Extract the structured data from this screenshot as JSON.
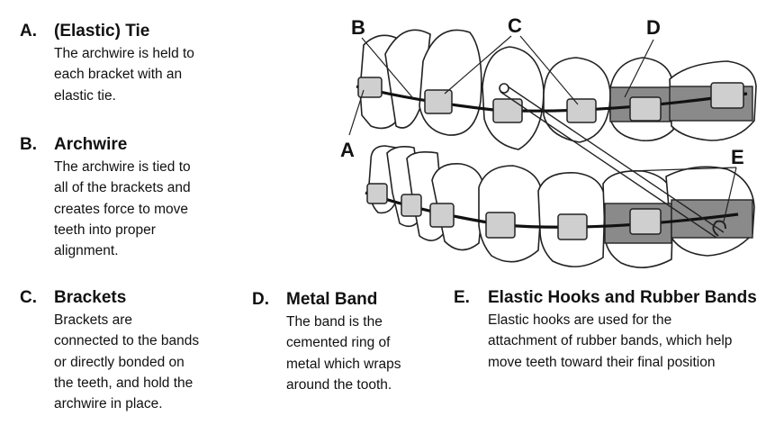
{
  "items": [
    {
      "letter": "A.",
      "title": "(Elastic) Tie",
      "description": "The archwire is held to\neach bracket with an\nelastic tie."
    },
    {
      "letter": "B.",
      "title": "Archwire",
      "description": "The archwire is tied to\nall of the brackets and\ncreates force to move\nteeth into proper\nalignment."
    },
    {
      "letter": "C.",
      "title": "Brackets",
      "description": "Brackets are\nconnected to the bands\nor directly bonded on\nthe teeth, and hold the\narchwire in place."
    },
    {
      "letter": "D.",
      "title": "Metal Band",
      "description": "The band is the\ncemented ring of\nmetal which wraps\naround the tooth."
    },
    {
      "letter": "E.",
      "title": "Elastic Hooks and Rubber Bands",
      "description": "Elastic hooks are used for the\nattachment of rubber bands, which help\nmove teeth toward their final position"
    }
  ],
  "callouts": {
    "a": "A",
    "b": "B",
    "c": "C",
    "d": "D",
    "e": "E"
  }
}
